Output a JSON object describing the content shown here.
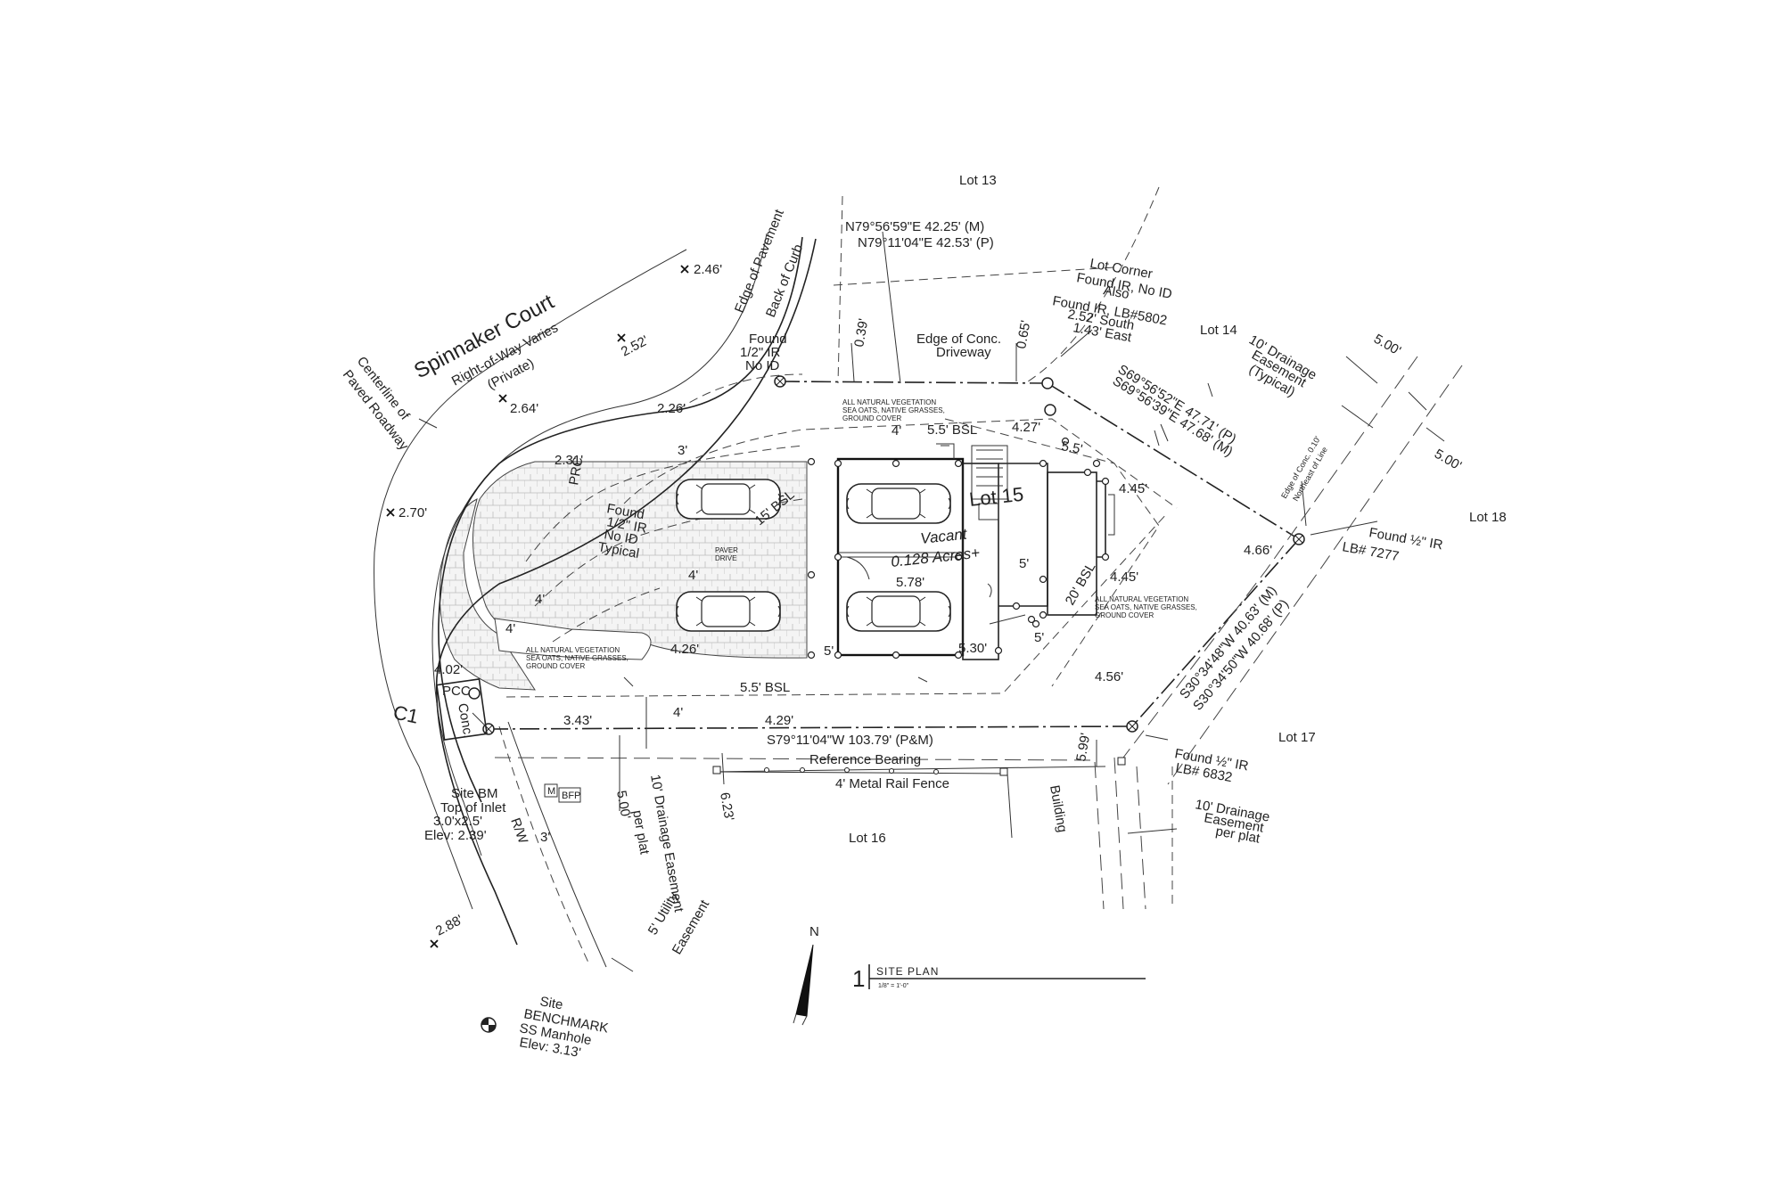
{
  "road": {
    "name": "Spinnaker Court",
    "row": "Right-of-Way Varies",
    "private": "(Private)",
    "centerline": [
      "Centerline of",
      "Paved Roadway"
    ],
    "edge_pavement": "Edge of Pavement",
    "back_curb": "Back of Curb"
  },
  "spot_elevations": [
    "2.46'",
    "2.52'",
    "2.64'",
    "2.70'",
    "2.26'",
    "2.31'",
    "2.88'",
    "4.02'",
    "3.43'",
    "4.29'",
    "4.26'",
    "4.27'",
    "4.45'",
    "4.45'",
    "4.66'",
    "4.56'",
    "5.78'",
    "5.30'"
  ],
  "lots": {
    "l13": "Lot 13",
    "l14": "Lot 14",
    "l15": "Lot 15",
    "l16": "Lot 16",
    "l17": "Lot 17",
    "l18": "Lot 18"
  },
  "site": {
    "vacant": "Vacant",
    "acres": "0.128 Acres+",
    "paver": [
      "PAVER",
      "DRIVE"
    ]
  },
  "bearings": {
    "north": [
      "N79°56'59\"E   42.25' (M)",
      "N79°11'04\"E   42.53' (P)"
    ],
    "northeast": [
      "S69°56'52\"E  47.71' (P)",
      "S69°56'39\"E  47.68' (M)"
    ],
    "east": [
      "S30°34'48\"W  40.63' (M)",
      "S30°34'50\"W  40.68' (P)"
    ],
    "south": "S79°11'04\"W   103.79' (P&M)",
    "reference": "Reference Bearing",
    "fence": "4' Metal Rail Fence"
  },
  "notes": {
    "lot_corner": [
      "Lot Corner",
      "Found IR, No ID",
      "Also",
      "Found IR, LB#5802",
      "2.52' South",
      "1.43' East"
    ],
    "found_half_ir": [
      "Found",
      "1/2\" IR",
      "No ID"
    ],
    "found_half_ir_typ": [
      "Found",
      "1/2\" IR",
      "No ID",
      "Typical"
    ],
    "found_7277": [
      "Found ½\" IR",
      "LB# 7277"
    ],
    "found_6832": [
      "Found ½\" IR",
      "LB# 6832"
    ],
    "edge_conc_driveway": [
      "Edge of Conc.",
      "Driveway"
    ],
    "drain_ne": [
      "10' Drainage",
      "Easement",
      "(Typical)"
    ],
    "drain_se": [
      "10' Drainage",
      "Easement",
      "per plat"
    ],
    "drain_s": [
      "10' Drainage Easement",
      "per plat"
    ],
    "utility": [
      "5' Utility",
      "Easement"
    ],
    "edge_conc_small": [
      "Edge of Conc. 0.10'",
      "Northeast of Line"
    ],
    "building": "Building",
    "site_bm": [
      "Site BM",
      "Top of Inlet",
      "3.0'x2.5'",
      "Elev: 2.39'"
    ],
    "benchmark": [
      "Site",
      "BENCHMARK",
      "SS Manhole",
      "Elev: 3.13'"
    ],
    "veg": [
      "ALL NATURAL VEGETATION",
      "SEA OATS, NATIVE GRASSES,",
      "GROUND COVER"
    ],
    "pcc": "PCC",
    "prc": "PRC",
    "c1": "C1",
    "conc": "Conc.",
    "rw": "R/W",
    "m": "M",
    "bfp": "BFP"
  },
  "dims": {
    "d039": "0.39'",
    "d065": "0.65'",
    "d500a": "5.00'",
    "d500b": "5.00'",
    "d500c": "5.00'",
    "d599": "5.99'",
    "d623": "6.23'",
    "bsl55a": "5.5' BSL",
    "bsl55b": "5.5' BSL",
    "bsl15": "15' BSL",
    "bsl20": "20' BSL",
    "d3a": "3'",
    "d3b": "3'",
    "d4a": "4'",
    "d4b": "4'",
    "d4c": "4'",
    "d4d": "4'",
    "d4e": "4'",
    "d5a": "5'",
    "d5b": "5'",
    "d5c": "5.5'",
    "d5d": "5'"
  },
  "title": {
    "number": "1",
    "label": "SITE PLAN",
    "scale": "1/8\" = 1'-0\""
  },
  "north_arrow": "N"
}
